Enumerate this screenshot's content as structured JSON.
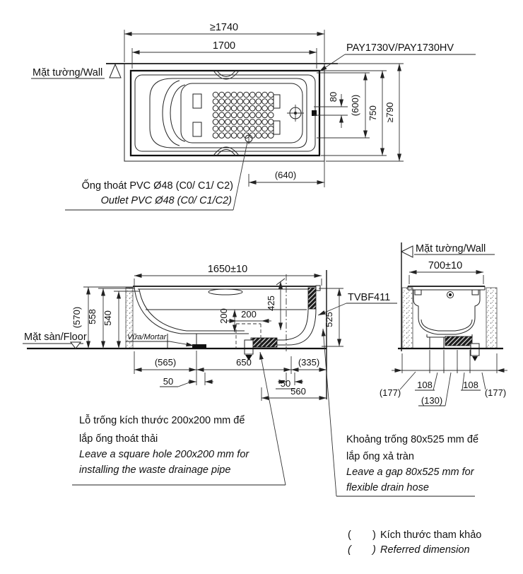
{
  "plan": {
    "model_label": "PAY1730V/PAY1730HV",
    "wall_label": "Mặt tường/Wall",
    "dims": {
      "overall_width_min": "≥1740",
      "tub_width": "1700",
      "overflow_offset": "80",
      "inner_width": "(600)",
      "tub_depth": "750",
      "overall_depth_min": "≥790",
      "outlet_offset": "(640)"
    },
    "outlet_note": {
      "vi": "Ống thoát PVC Ø48 (C0/ C1/ C2)",
      "en": "Outlet PVC Ø48 (C0/ C1/C2)"
    }
  },
  "elevation": {
    "dims": {
      "length": "1650±10",
      "height_ref": "(570)",
      "height_rim": "558",
      "height_inner": "540",
      "overflow_drop": "425",
      "hole_height": "200",
      "hole_width": "200",
      "gap_height": "525",
      "base_offset": "(565)",
      "drain_span": "650",
      "drain_to_wall": "(335)",
      "pad_offset_left": "50",
      "pad_offset_right": "50",
      "hole_to_wall": "560"
    },
    "floor_label": "Mặt sàn/Floor",
    "mortar_label": "Vữa/Mortar",
    "valve_label": "TVBF411",
    "hole_note": {
      "vi1": "Lỗ trống kích thước 200x200 mm để",
      "vi2": "lắp ống thoát thải",
      "en1": "Leave a square hole 200x200 mm for",
      "en2": "installing the waste drainage pipe"
    }
  },
  "end_view": {
    "wall_label": "Mặt tường/Wall",
    "dims": {
      "width": "700±10",
      "left_margin": "(177)",
      "left_offset": "108",
      "center": "(130)",
      "right_offset": "108",
      "right_margin": "(177)"
    },
    "gap_note": {
      "vi1": "Khoảng trống 80x525 mm để",
      "vi2": "lắp ống xả tràn",
      "en1": "Leave a gap 80x525 mm for",
      "en2": "flexible drain hose"
    }
  },
  "legend": {
    "open": "(",
    "close": ")",
    "vi": "Kích thước tham khảo",
    "en": "Referred dimension"
  }
}
